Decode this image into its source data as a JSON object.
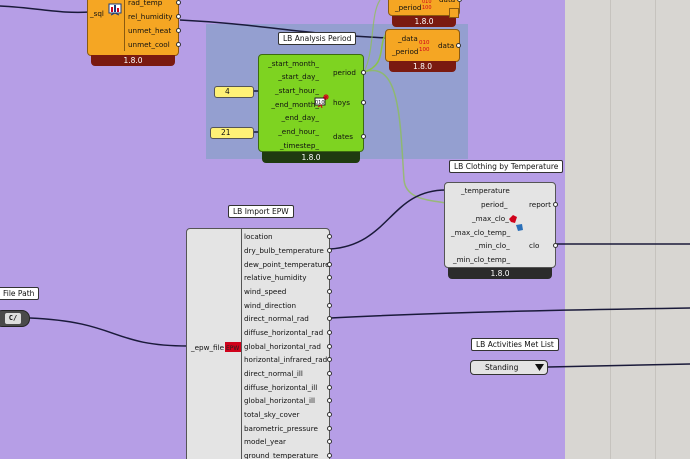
{
  "orange_top": {
    "ports_out": [
      "rad_temp",
      "rel_humidity",
      "unmet_heat",
      "unmet_cool"
    ],
    "port_in": "_sql",
    "version": "1.8.0"
  },
  "orange_right_a": {
    "ports_in": [
      "_period"
    ],
    "port_out": "data",
    "version": "1.8.0"
  },
  "orange_right_b": {
    "ports_in": [
      "_data",
      "_period"
    ],
    "port_out": "data",
    "version": "1.8.0"
  },
  "analysis_period": {
    "title": "LB Analysis Period",
    "inputs": [
      "_start_month_",
      "_start_day_",
      "_start_hour_",
      "_end_month_",
      "_end_day_",
      "_end_hour_",
      "_timestep_"
    ],
    "outputs": [
      "period",
      "hoys",
      "dates"
    ],
    "version": "1.8.0"
  },
  "panels": [
    {
      "value": "4"
    },
    {
      "value": "21"
    }
  ],
  "clothing": {
    "title": "LB Clothing by Temperature",
    "inputs": [
      "_temperature",
      "period_",
      "_max_clo_",
      "_max_clo_temp_",
      "_min_clo_",
      "_min_clo_temp_"
    ],
    "outputs": [
      "report",
      "clo"
    ],
    "version": "1.8.0"
  },
  "import_epw": {
    "title": "LB Import EPW",
    "input": "_epw_file",
    "outputs": [
      "location",
      "dry_bulb_temperature",
      "dew_point_temperature",
      "relative_humidity",
      "wind_speed",
      "wind_direction",
      "direct_normal_rad",
      "diffuse_horizontal_rad",
      "global_horizontal_rad",
      "horizontal_infrared_rad",
      "direct_normal_ill",
      "diffuse_horizontal_ill",
      "global_horizontal_ill",
      "total_sky_cover",
      "barometric_pressure",
      "model_year",
      "ground_temperature"
    ]
  },
  "file_path": {
    "title": "File Path",
    "glyph": "C/"
  },
  "activities": {
    "title": "LB Activities Met List",
    "selected": "Standing"
  },
  "colors": {
    "canvas": "#b69ee6",
    "orange": "#f5a623",
    "green": "#7ed321",
    "panel_yellow": "#fff176",
    "wire": "#1a1a3a",
    "wire_green": "#8bc34a"
  }
}
